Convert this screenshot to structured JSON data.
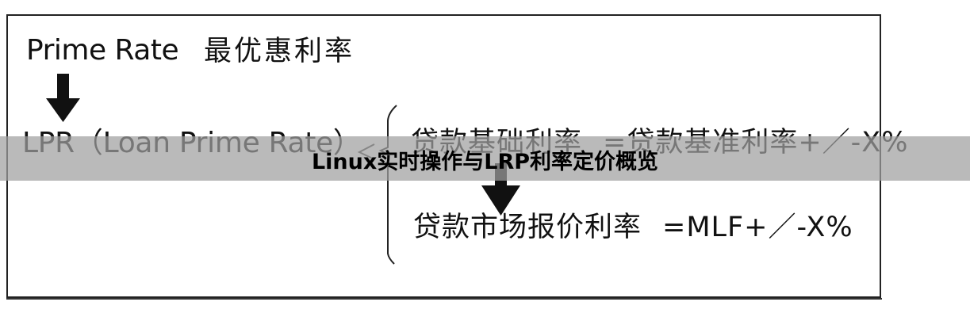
{
  "diagram": {
    "prime_rate": {
      "english": "Prime Rate",
      "chinese": "最优惠利率"
    },
    "lpr_label": "LPR（Loan Prime Rate）",
    "brace_symbol": "<",
    "branches": [
      {
        "name": "贷款基础利率",
        "formula": "=贷款基准利率+／-X%"
      },
      {
        "name": "贷款市场报价利率",
        "formula": "=MLF+／-X%"
      }
    ],
    "arrows": [
      {
        "from": "Prime Rate",
        "to": "LPR",
        "icon": "arrow-down-icon"
      },
      {
        "from": "贷款基础利率",
        "to": "贷款市场报价利率",
        "icon": "arrow-down-icon"
      }
    ]
  },
  "banner": {
    "title": "Linux实时操作与LRP利率定价概览"
  }
}
